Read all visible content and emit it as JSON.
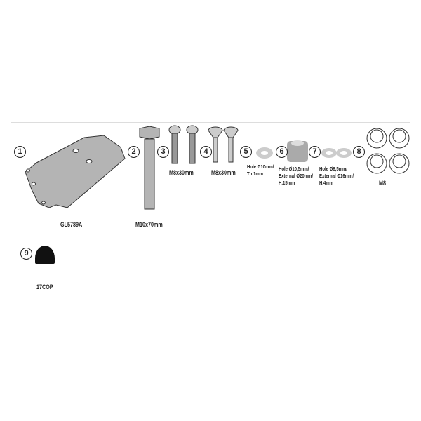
{
  "parts": [
    {
      "number": "1",
      "label": "GL5789A"
    },
    {
      "number": "2",
      "label": "M10x70mm"
    },
    {
      "number": "3",
      "label": "M8x30mm"
    },
    {
      "number": "4",
      "label": "M8x30mm"
    },
    {
      "number": "5",
      "label_lines": [
        "Hole Ø10mm/",
        "Th.1mm"
      ]
    },
    {
      "number": "6",
      "label_lines": [
        "Hole Ø10,5mm/",
        "External Ø20mm/",
        "H.15mm"
      ]
    },
    {
      "number": "7",
      "label_lines": [
        "Hole Ø8,5mm/",
        "External Ø16mm/",
        "H.4mm"
      ]
    },
    {
      "number": "8",
      "label": "M8"
    },
    {
      "number": "9",
      "label": "17COP"
    }
  ],
  "colors": {
    "part": "#b4b4b4",
    "outline": "#333333",
    "cap": "#111111"
  }
}
